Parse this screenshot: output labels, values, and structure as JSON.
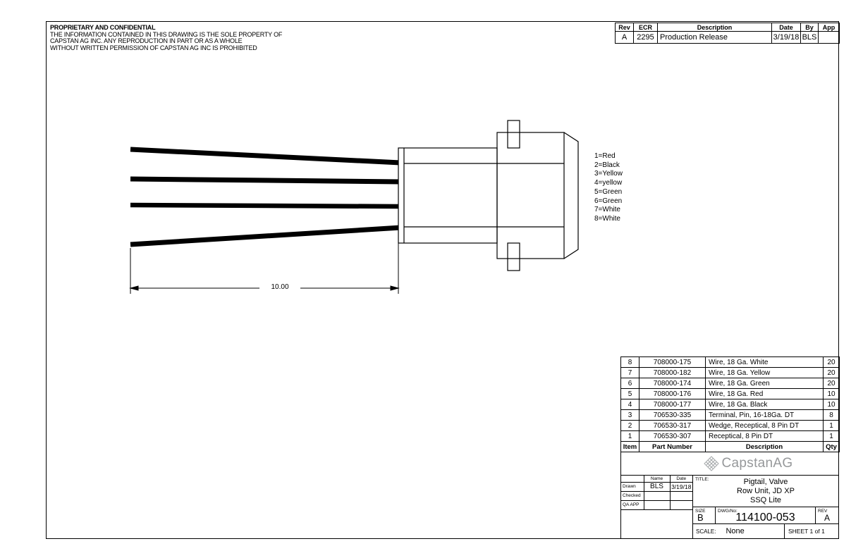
{
  "colors": {
    "line": "#000000",
    "logo_gray": "#96989a"
  },
  "proprietary": {
    "title": "PROPRIETARY AND CONFIDENTIAL",
    "lines": [
      "THE INFORMATION CONTAINED IN THIS DRAWING IS THE SOLE PROPERTY OF",
      "CAPSTAN AG INC. ANY REPRODUCTION IN PART OR AS A WHOLE",
      "WITHOUT WRITTEN PERMISSION OF CAPSTAN AG INC IS PROHIBITED"
    ]
  },
  "revision_table": {
    "headers": [
      "Rev",
      "ECR",
      "Description",
      "Date",
      "By",
      "App"
    ],
    "rows": [
      {
        "rev": "A",
        "ecr": "2295",
        "description": "Production Release",
        "date": "3/19/18",
        "by": "BLS",
        "app": ""
      }
    ]
  },
  "drawing": {
    "dimension_label": "10.00",
    "wire_legend": [
      "1=Red",
      "2=Black",
      "3=Yellow",
      "4=yellow",
      "5=Green",
      "6=Green",
      "7=White",
      "8=White"
    ]
  },
  "bom_table": {
    "headers": [
      "Item",
      "Part Number",
      "Description",
      "Qty"
    ],
    "rows": [
      {
        "item": "8",
        "part": "708000-175",
        "description": "Wire, 18 Ga. White",
        "qty": "20"
      },
      {
        "item": "7",
        "part": "708000-182",
        "description": "Wire, 18 Ga. Yellow",
        "qty": "20"
      },
      {
        "item": "6",
        "part": "708000-174",
        "description": "Wire, 18 Ga. Green",
        "qty": "20"
      },
      {
        "item": "5",
        "part": "708000-176",
        "description": "Wire, 18 Ga. Red",
        "qty": "10"
      },
      {
        "item": "4",
        "part": "708000-177",
        "description": "Wire, 18 Ga. Black",
        "qty": "10"
      },
      {
        "item": "3",
        "part": "706530-335",
        "description": "Terminal, Pin, 16-18Ga. DT",
        "qty": "8"
      },
      {
        "item": "2",
        "part": "706530-317",
        "description": "Wedge, Receptical, 8 Pin DT",
        "qty": "1"
      },
      {
        "item": "1",
        "part": "706530-307",
        "description": "Receptical, 8 Pin DT",
        "qty": "1"
      }
    ]
  },
  "title_block": {
    "logo_text": "CapstanAG",
    "sign_table": {
      "name_header": "Name",
      "date_header": "Date",
      "rows": [
        {
          "role": "Drawn",
          "name": "BLS",
          "date": "3/19/18"
        },
        {
          "role": "Checked",
          "name": "",
          "date": ""
        },
        {
          "role": "QA APP",
          "name": "",
          "date": ""
        }
      ]
    },
    "title_label": "TITLE:",
    "title_lines": [
      "Pigtail, Valve",
      "Row Unit, JD XP",
      "SSQ Lite"
    ],
    "size_label": "SIZE",
    "size_value": "B",
    "dwg_label": "DWG/No:",
    "dwg_value": "114100-053",
    "rev_label": "REV",
    "rev_value": "A",
    "scale_label": "SCALE:",
    "scale_value": "None",
    "sheet_label": "SHEET 1 of 1"
  }
}
